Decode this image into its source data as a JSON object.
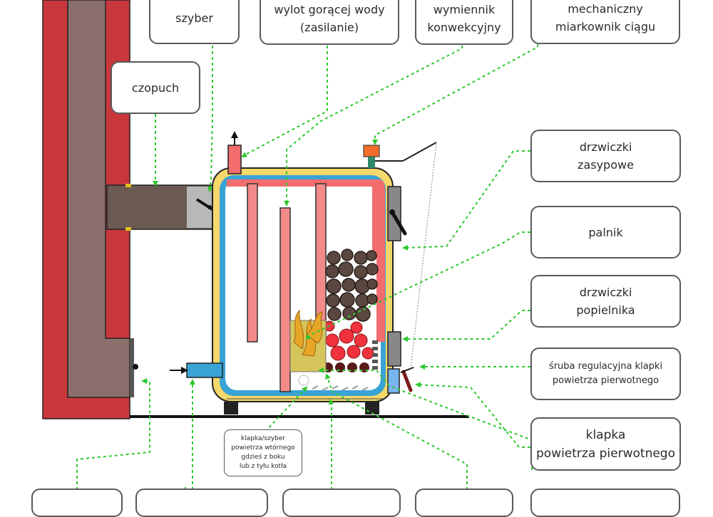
{
  "labels": {
    "szyber": "szyber",
    "wylot": "wylot gorącej wody\n(zasilanie)",
    "wymiennik": "wymiennik\nkonwekcyjny",
    "miarkownik": "mechaniczny\nmiarkownik ciągu",
    "czopuch": "czopuch",
    "drzwiczki_zasypowe": "drzwiczki\nzasypowe",
    "palnik": "palnik",
    "drzwiczki_popielnika": "drzwiczki\npopielnika",
    "sruba": "śruba regulacyjna klapki\npowietrza pierwotnego",
    "klapka": "klapka\npowietrza pierwotnego",
    "klapka_wtornego": "klapka/szyber\npowietrza wtórnego\ngdzieś z boku\nlub z tyłu kotła"
  },
  "colors": {
    "chimney": "#c8373c",
    "flue": "#8b6f6c",
    "jacket": "#f4d86a",
    "water": "#3aa3d6",
    "pipe_hot": "#f26d6d",
    "fuel": "#5a4840",
    "flame": "#e8a628",
    "ember": "#f0323c",
    "arrow_green": "#2ec82e"
  }
}
